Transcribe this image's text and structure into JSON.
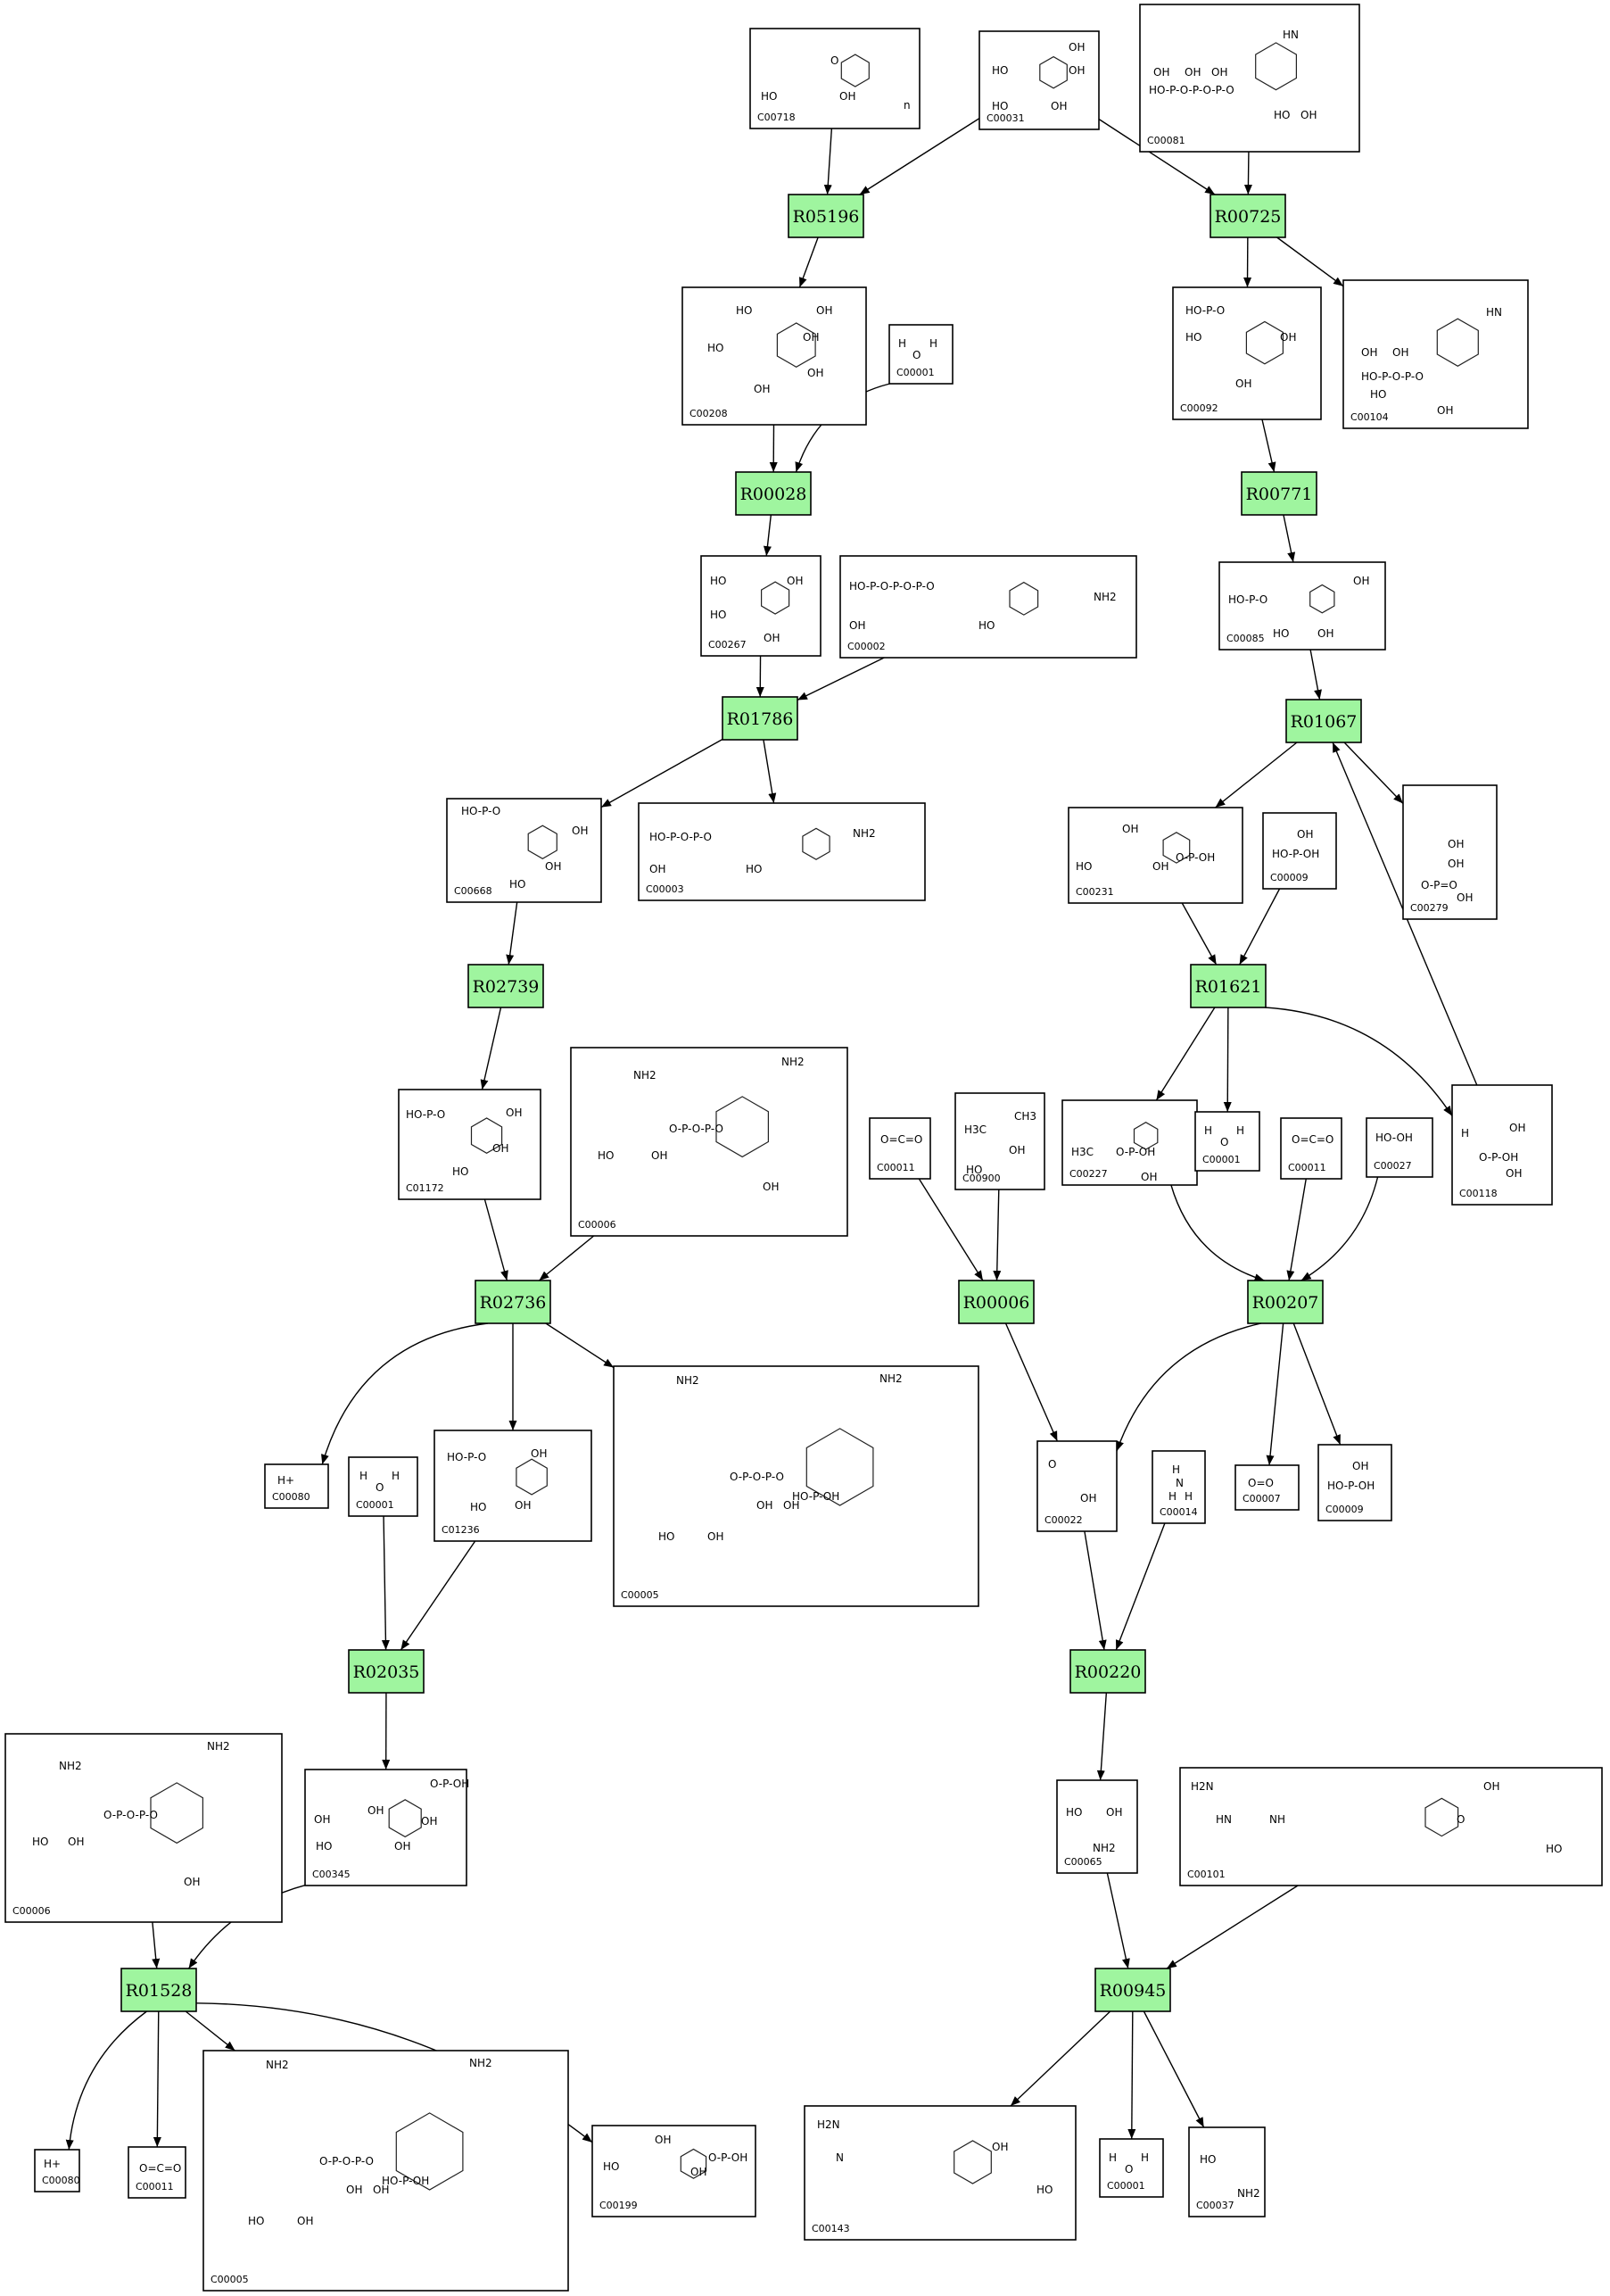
{
  "reactions": [
    {
      "id": "R05196"
    },
    {
      "id": "R00725"
    },
    {
      "id": "R00028"
    },
    {
      "id": "R00771"
    },
    {
      "id": "R01786"
    },
    {
      "id": "R01067"
    },
    {
      "id": "R02739"
    },
    {
      "id": "R01621"
    },
    {
      "id": "R02736"
    },
    {
      "id": "R00006"
    },
    {
      "id": "R00207"
    },
    {
      "id": "R02035"
    },
    {
      "id": "R00220"
    },
    {
      "id": "R01528"
    },
    {
      "id": "R00945"
    }
  ],
  "compounds": [
    {
      "key": "c00718",
      "id": "C00718",
      "labels": [
        "HO",
        "OH",
        "O",
        "n"
      ]
    },
    {
      "key": "c00031",
      "id": "C00031",
      "labels": [
        "HO",
        "OH",
        "HO",
        "OH",
        "OH"
      ]
    },
    {
      "key": "c00081",
      "id": "C00081",
      "labels": [
        "OH",
        "OH",
        "OH",
        "HO-P-O-P-O-P-O",
        "HO",
        "OH",
        "HN"
      ]
    },
    {
      "key": "c00208",
      "id": "C00208",
      "labels": [
        "HO",
        "OH",
        "HO",
        "OH",
        "OH",
        "OH"
      ]
    },
    {
      "key": "c00001a",
      "id": "C00001",
      "labels": [
        "H",
        "O",
        "H"
      ]
    },
    {
      "key": "c00092",
      "id": "C00092",
      "labels": [
        "HO-P-O",
        "HO",
        "OH",
        "OH"
      ]
    },
    {
      "key": "c00104",
      "id": "C00104",
      "labels": [
        "OH",
        "OH",
        "HO-P-O-P-O",
        "HO",
        "OH",
        "HN"
      ]
    },
    {
      "key": "c00267",
      "id": "C00267",
      "labels": [
        "HO",
        "OH",
        "HO",
        "OH"
      ]
    },
    {
      "key": "c00002",
      "id": "C00002",
      "labels": [
        "HO-P-O-P-O-P-O",
        "OH",
        "HO",
        "NH2"
      ]
    },
    {
      "key": "c00085",
      "id": "C00085",
      "labels": [
        "HO-P-O",
        "OH",
        "HO",
        "OH"
      ]
    },
    {
      "key": "c00668",
      "id": "C00668",
      "labels": [
        "HO-P-O",
        "OH",
        "HO",
        "OH"
      ]
    },
    {
      "key": "c00003",
      "id": "C00003",
      "labels": [
        "HO-P-O-P-O",
        "OH",
        "HO",
        "NH2"
      ]
    },
    {
      "key": "c00231",
      "id": "C00231",
      "labels": [
        "HO",
        "OH",
        "OH",
        "O-P-OH"
      ]
    },
    {
      "key": "c00009a",
      "id": "C00009",
      "labels": [
        "HO-P-OH",
        "OH"
      ]
    },
    {
      "key": "c00279",
      "id": "C00279",
      "labels": [
        "OH",
        "OH",
        "O-P=O",
        "OH"
      ]
    },
    {
      "key": "c01172",
      "id": "C01172",
      "labels": [
        "HO-P-O",
        "OH",
        "HO",
        "OH"
      ]
    },
    {
      "key": "c00006a",
      "id": "C00006",
      "labels": [
        "NH2",
        "NH2",
        "O-P-O-P-O",
        "HO",
        "OH",
        "OH"
      ]
    },
    {
      "key": "c00011a",
      "id": "C00011",
      "labels": [
        "O=C=O"
      ]
    },
    {
      "key": "c00900",
      "id": "C00900",
      "labels": [
        "H3C",
        "CH3",
        "OH",
        "HO"
      ]
    },
    {
      "key": "c00227",
      "id": "C00227",
      "labels": [
        "H3C",
        "O-P-OH",
        "OH"
      ]
    },
    {
      "key": "c00001b",
      "id": "C00001",
      "labels": [
        "H",
        "O",
        "H"
      ]
    },
    {
      "key": "c00011b",
      "id": "C00011",
      "labels": [
        "O=C=O"
      ]
    },
    {
      "key": "c00027",
      "id": "C00027",
      "labels": [
        "HO-OH"
      ]
    },
    {
      "key": "c00118",
      "id": "C00118",
      "labels": [
        "H",
        "OH",
        "O-P-OH",
        "OH"
      ]
    },
    {
      "key": "c00080a",
      "id": "C00080",
      "labels": [
        "H+"
      ]
    },
    {
      "key": "c00001c",
      "id": "C00001",
      "labels": [
        "H",
        "O",
        "H"
      ]
    },
    {
      "key": "c01236",
      "id": "C01236",
      "labels": [
        "HO-P-O",
        "OH",
        "HO",
        "OH"
      ]
    },
    {
      "key": "c00005a",
      "id": "C00005",
      "labels": [
        "NH2",
        "NH2",
        "O-P-O-P-O",
        "OH",
        "OH",
        "HO",
        "OH",
        "HO-P-OH"
      ]
    },
    {
      "key": "c00022",
      "id": "C00022",
      "labels": [
        "O",
        "OH"
      ]
    },
    {
      "key": "c00014",
      "id": "C00014",
      "labels": [
        "H",
        "N",
        "H",
        "H"
      ]
    },
    {
      "key": "c00007",
      "id": "C00007",
      "labels": [
        "O=O"
      ]
    },
    {
      "key": "c00009b",
      "id": "C00009",
      "labels": [
        "HO-P-OH",
        "OH"
      ]
    },
    {
      "key": "c00345",
      "id": "C00345",
      "labels": [
        "OH",
        "HO",
        "OH",
        "OH",
        "OH",
        "O-P-OH"
      ]
    },
    {
      "key": "c00006b",
      "id": "C00006",
      "labels": [
        "NH2",
        "NH2",
        "O-P-O-P-O",
        "HO",
        "OH",
        "OH"
      ]
    },
    {
      "key": "c00065",
      "id": "C00065",
      "labels": [
        "HO",
        "OH",
        "NH2"
      ]
    },
    {
      "key": "c00101",
      "id": "C00101",
      "labels": [
        "H2N",
        "HN",
        "NH",
        "OH",
        "O",
        "HO"
      ]
    },
    {
      "key": "c00080b",
      "id": "C00080",
      "labels": [
        "H+"
      ]
    },
    {
      "key": "c00011c",
      "id": "C00011",
      "labels": [
        "O=C=O"
      ]
    },
    {
      "key": "c00005b",
      "id": "C00005",
      "labels": [
        "NH2",
        "NH2",
        "O-P-O-P-O",
        "OH",
        "OH",
        "HO",
        "OH",
        "HO-P-OH"
      ]
    },
    {
      "key": "c00199",
      "id": "C00199",
      "labels": [
        "HO",
        "OH",
        "OH",
        "O-P-OH"
      ]
    },
    {
      "key": "c00143",
      "id": "C00143",
      "labels": [
        "H2N",
        "N",
        "OH",
        "HO"
      ]
    },
    {
      "key": "c00001d",
      "id": "C00001",
      "labels": [
        "H",
        "O",
        "H"
      ]
    },
    {
      "key": "c00037",
      "id": "C00037",
      "labels": [
        "HO",
        "NH2"
      ]
    }
  ]
}
